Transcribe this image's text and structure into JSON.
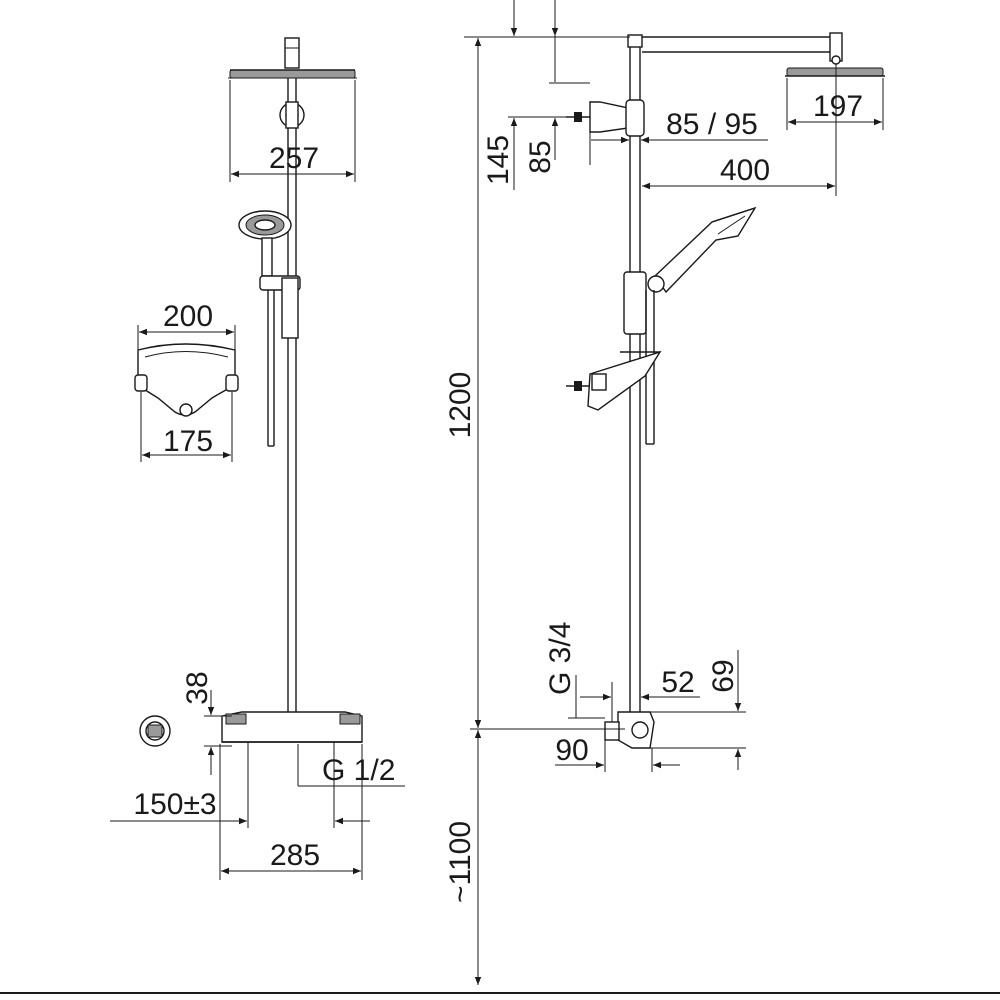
{
  "dimensions": {
    "head_width": "257",
    "bracket_top": "200",
    "bracket_bottom": "175",
    "valve_height": "38",
    "centers": "150±3",
    "valve_width": "285",
    "inlet_thread": "G 1/2",
    "total_height": "1200",
    "install_height": "~1100",
    "head_offset": "145",
    "wall_85": "85",
    "wall_85_95": "85 / 95",
    "side_head": "197",
    "arm_length": "400",
    "outlet_thread": "G 3/4",
    "outlet_52": "52",
    "outlet_69": "69",
    "outlet_90": "90"
  }
}
